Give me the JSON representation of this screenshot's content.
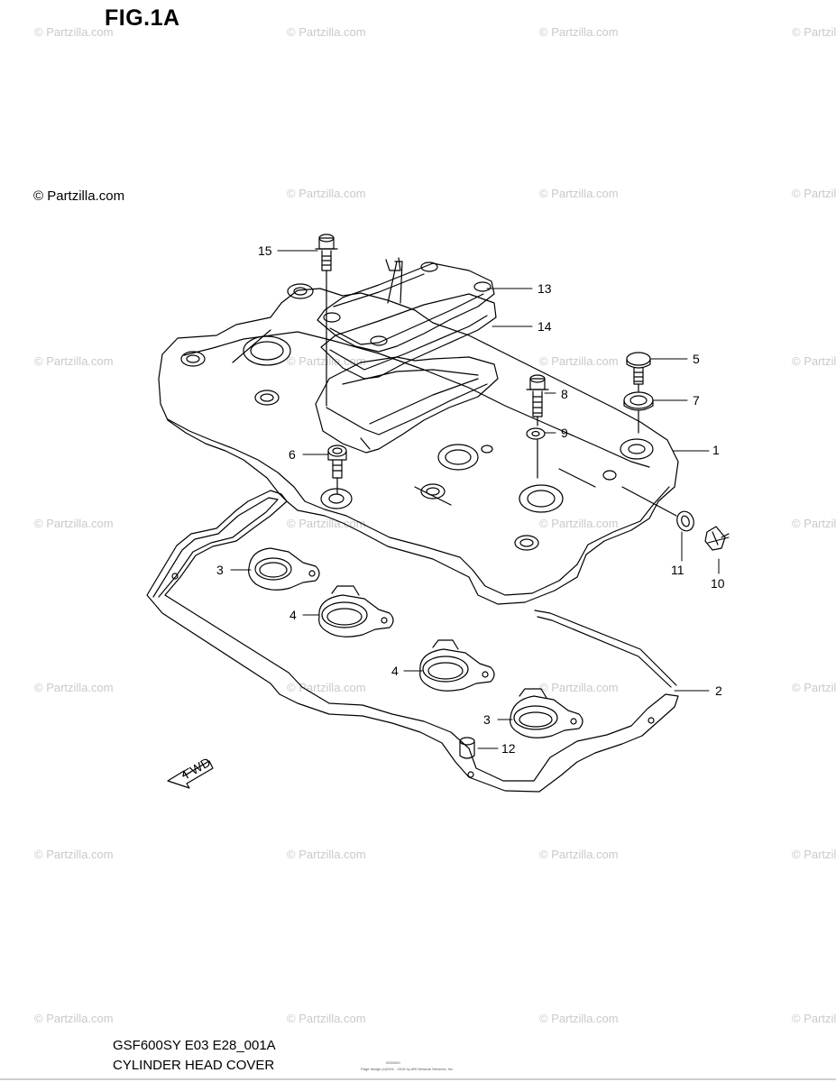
{
  "figure": {
    "title": "FIG.1A",
    "copyright": "© Partzilla.com",
    "watermark_text": "© Partzilla.com",
    "code": "GSF600SY E03 E28_001A",
    "subtitle": "CYLINDER HEAD COVER",
    "fwd_label": "FWD"
  },
  "callouts": {
    "c1": "1",
    "c2": "2",
    "c3a": "3",
    "c3b": "3",
    "c4a": "4",
    "c4b": "4",
    "c5": "5",
    "c6": "6",
    "c7": "7",
    "c8": "8",
    "c9": "9",
    "c10": "10",
    "c11": "11",
    "c12": "12",
    "c13": "13",
    "c14": "14",
    "c15": "15"
  },
  "footer_small": {
    "line1": "0000000",
    "line2": "Page design (c)2001 - 2015 by ARI Network Services, Inc."
  },
  "colors": {
    "line": "#000000",
    "watermark": "#c9c9c9",
    "background": "#ffffff"
  }
}
